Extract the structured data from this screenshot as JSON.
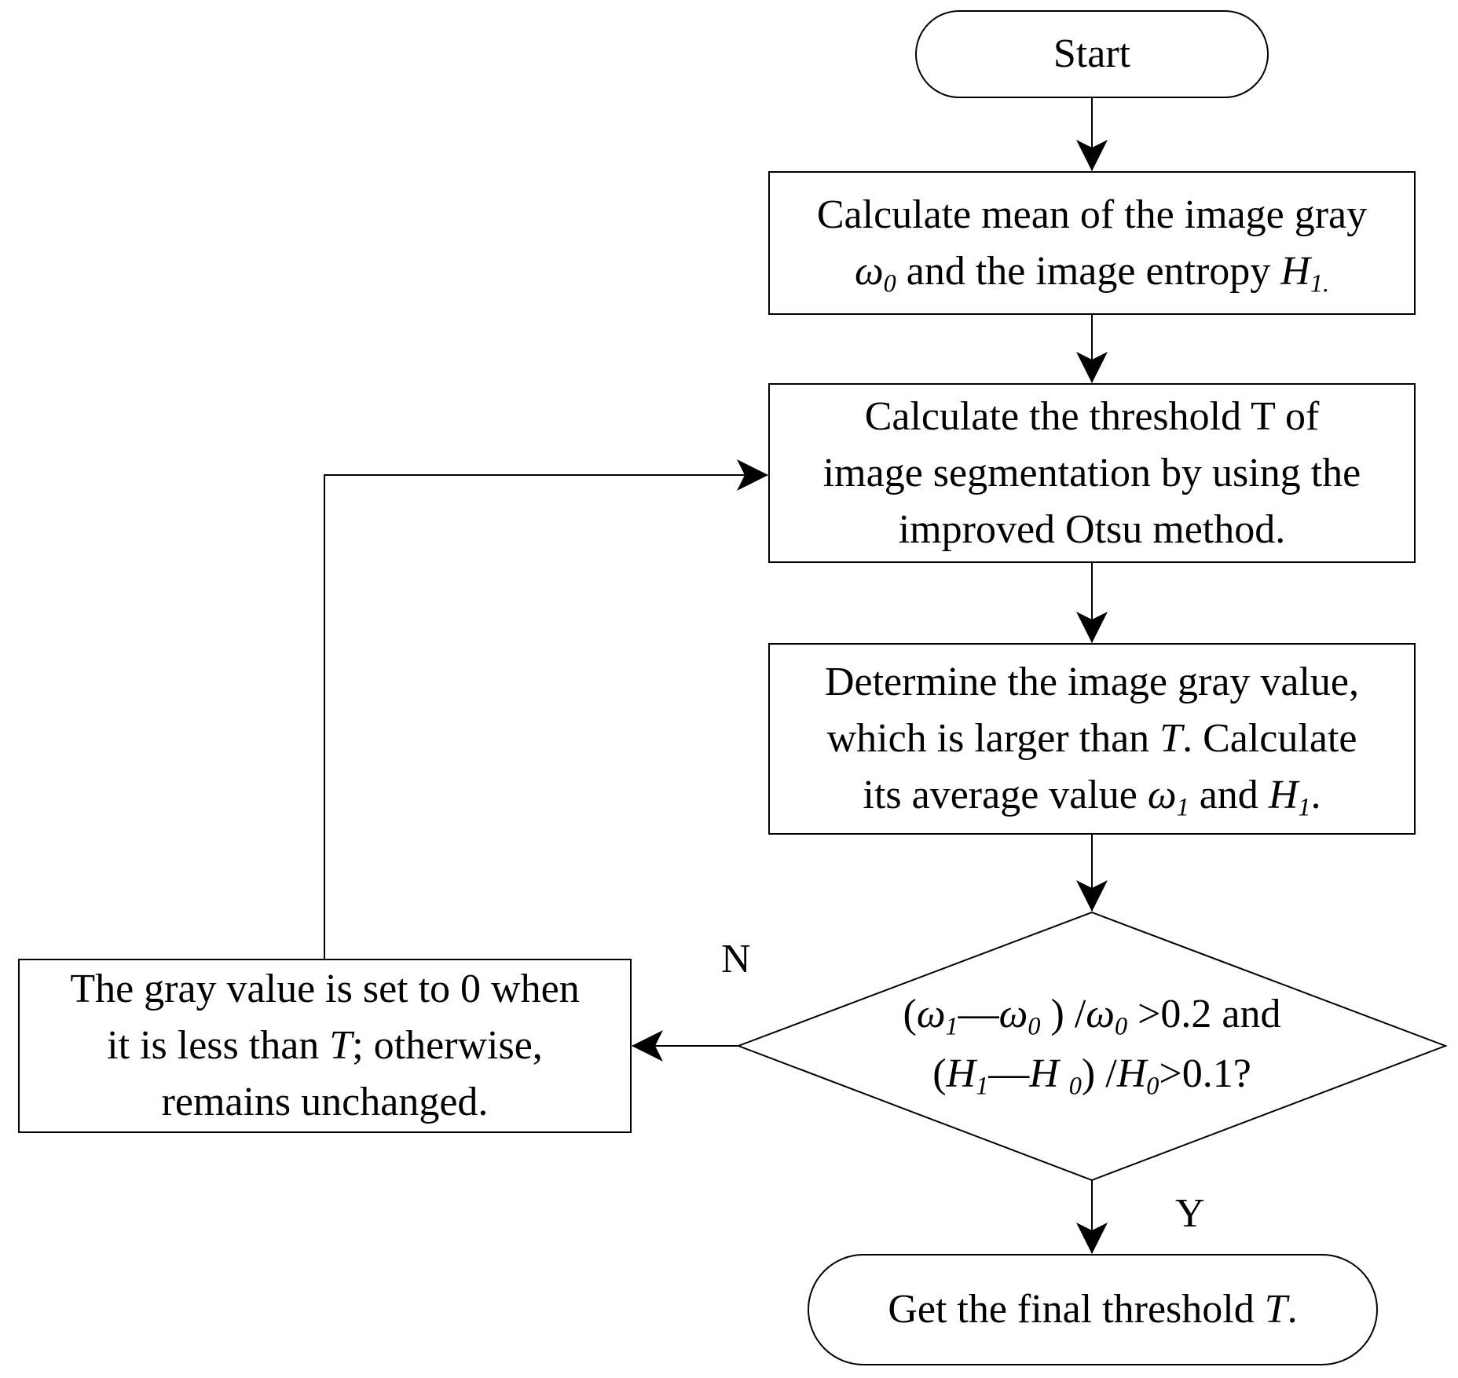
{
  "start": {
    "label": "Start"
  },
  "step1": {
    "line1": "Calculate mean of the image gray",
    "omega": "ω",
    "omega_sub": "0",
    "mid": " and the image entropy ",
    "H": "H",
    "H_sub": "1."
  },
  "step2": {
    "line1": "Calculate the threshold T of",
    "line2": "image segmentation by using the",
    "line3": "improved Otsu method."
  },
  "step3": {
    "line1": "Determine the image gray value,",
    "line2_a": "which is larger than ",
    "T": "T",
    "line2_b": ". Calculate",
    "line3_a": "its average value ",
    "omega": "ω",
    "omega_sub": "1",
    "and": " and ",
    "H": "H",
    "H_sub": "1",
    "end": "."
  },
  "decision": {
    "l1_open": "(",
    "w1": "ω",
    "w1_sub": "1",
    "minus1": "—",
    "w0": "ω",
    "w0_sub": "0",
    "l1_mid": " ) /",
    "w0b": "ω",
    "w0b_sub": "0",
    "l1_end": " >0.2 and",
    "l2_open": "(",
    "h1": "H",
    "h1_sub": "1",
    "minus2": "—",
    "h0": "H ",
    "h0_sub": "0",
    "l2_mid": ") /",
    "h0b": "H",
    "h0b_sub": "0",
    "l2_end": ">0.1?"
  },
  "reset": {
    "line1": "The gray value is set to 0 when",
    "line2_a": "it is less than ",
    "T": "T",
    "line2_b": "; otherwise,",
    "line3": "remains unchanged."
  },
  "end": {
    "label_a": "Get the final threshold ",
    "T": "T",
    "label_b": "."
  },
  "labels": {
    "no": "N",
    "yes": "Y"
  }
}
